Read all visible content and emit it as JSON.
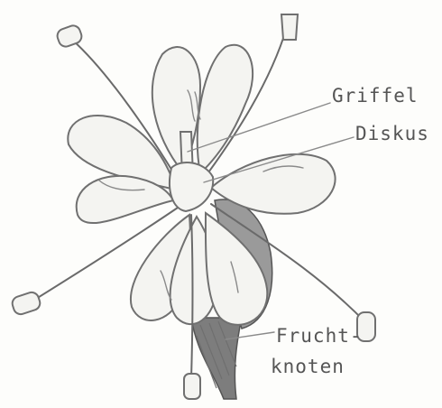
{
  "labels": {
    "griffel": "Griffel",
    "diskus": "Diskus",
    "fruchtknoten_line1": "Frucht-",
    "fruchtknoten_line2": "knoten"
  }
}
